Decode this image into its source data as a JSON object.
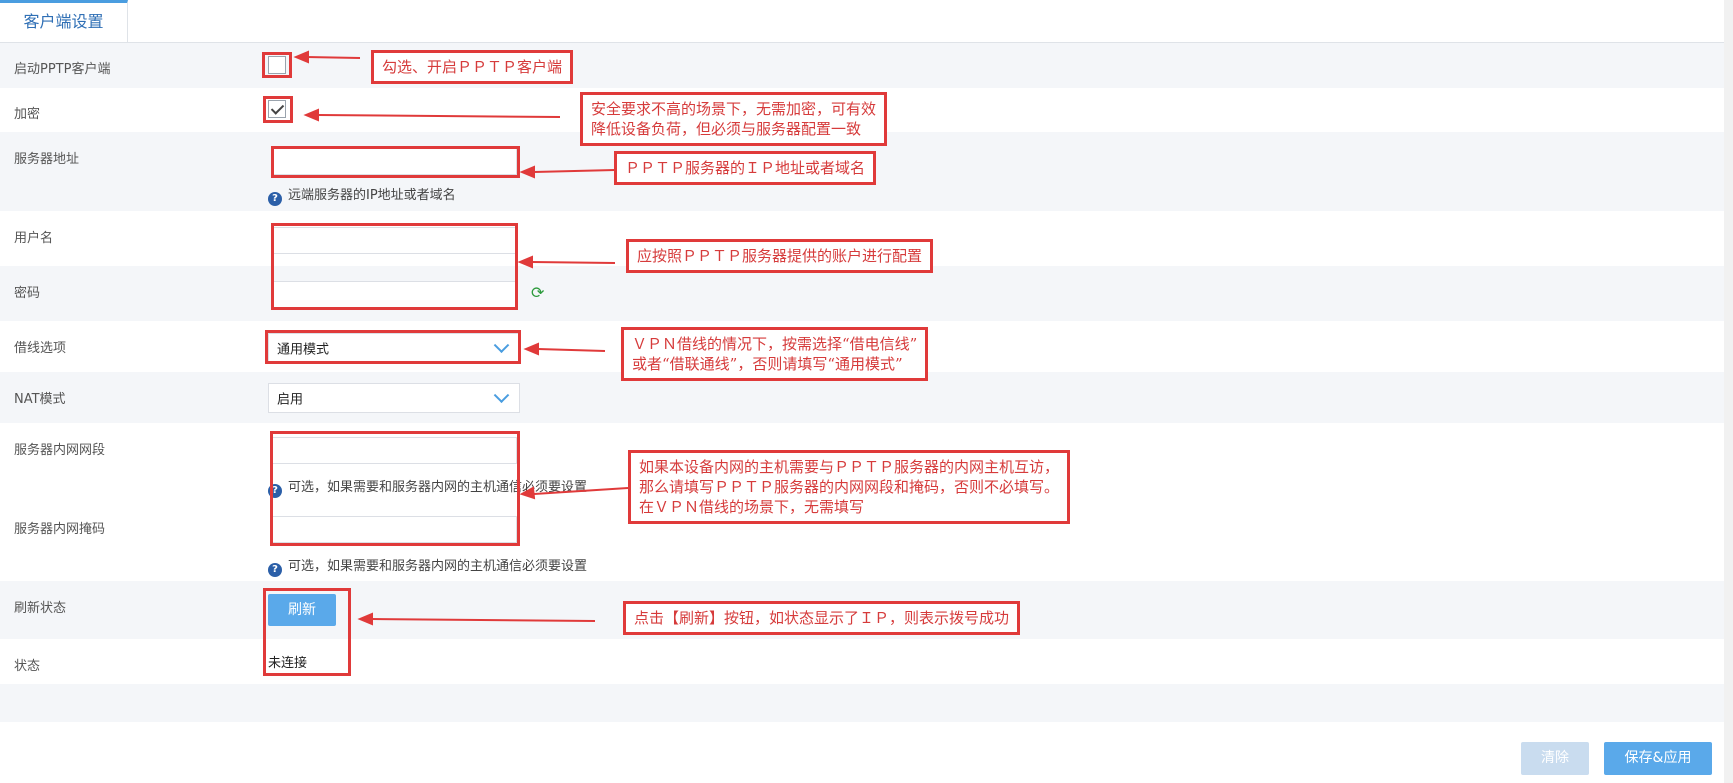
{
  "tab": {
    "label": "客户端设置"
  },
  "rows": {
    "enable_pptp": {
      "label": "启动PPTP客户端",
      "checked": false
    },
    "encrypt": {
      "label": "加密",
      "checked": true
    },
    "server_address": {
      "label": "服务器地址",
      "value": "",
      "help": "远端服务器的IP地址或者域名"
    },
    "username": {
      "label": "用户名",
      "value": ""
    },
    "password": {
      "label": "密码",
      "value": ""
    },
    "line_option": {
      "label": "借线选项",
      "selected": "通用模式"
    },
    "nat_mode": {
      "label": "NAT模式",
      "selected": "启用"
    },
    "server_lan_segment": {
      "label": "服务器内网网段",
      "value": "",
      "help": "可选，如果需要和服务器内网的主机通信必须要设置"
    },
    "server_lan_mask": {
      "label": "服务器内网掩码",
      "value": "",
      "help": "可选，如果需要和服务器内网的主机通信必须要设置"
    },
    "refresh_status": {
      "label": "刷新状态",
      "button": "刷新"
    },
    "status": {
      "label": "状态",
      "value": "未连接"
    }
  },
  "footer": {
    "clear_label": "清除",
    "save_label": "保存&应用"
  },
  "icons": {
    "help": "question-circle-icon",
    "refresh": "refresh-arrows-icon",
    "select": "chevron-down-icon"
  },
  "colors": {
    "accent": "#4a9de0",
    "annotation": "#e03a3a",
    "save_button": "#5aa9ea",
    "clear_button": "#c9dcef"
  },
  "annotations": {
    "a1": "勾选、开启ＰＰＴＰ客户端",
    "a2_line1": "安全要求不高的场景下，无需加密，可有效",
    "a2_line2": "降低设备负荷，但必须与服务器配置一致",
    "a3": "ＰＰＴＰ服务器的ＩＰ地址或者域名",
    "a4": "应按照ＰＰＴＰ服务器提供的账户进行配置",
    "a5_line1": "ＶＰＮ借线的情况下，按需选择“借电信线”",
    "a5_line2": "或者“借联通线”，否则请填写“通用模式”",
    "a6_line1": "如果本设备内网的主机需要与ＰＰＴＰ服务器的内网主机互访，",
    "a6_line2": "那么请填写ＰＰＴＰ服务器的内网网段和掩码，否则不必填写。",
    "a6_line3": "在ＶＰＮ借线的场景下，无需填写",
    "a7": "点击【刷新】按钮，如状态显示了ＩＰ，则表示拨号成功"
  }
}
